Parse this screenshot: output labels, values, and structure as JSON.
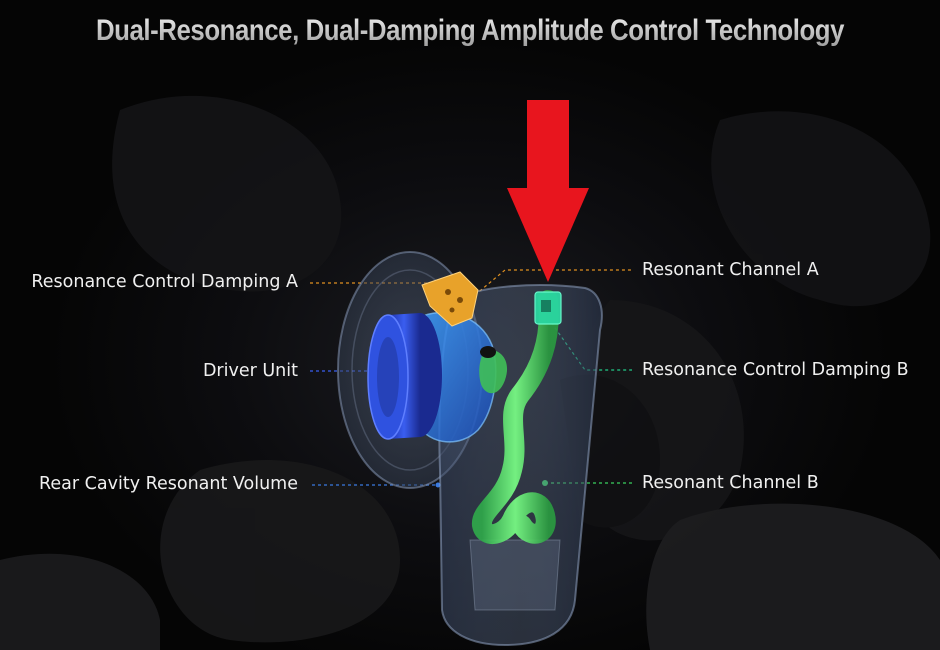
{
  "title": "Dual-Resonance, Dual-Damping Amplitude Control Technology",
  "labels": {
    "left": [
      "Resonance Control Damping A",
      "Driver Unit",
      "Rear Cavity Resonant Volume"
    ],
    "right": [
      "Resonant Channel A",
      "Resonance Control Damping B",
      "Resonant Channel B"
    ]
  },
  "colors": {
    "damping_a": "#f0a020",
    "driver": "#2a4fd8",
    "rear_cavity": "#3a7ae0",
    "channel_a": "#22cc88",
    "damping_b": "#22cc88",
    "channel_b": "#3ad060",
    "arrow": "#e8151e"
  },
  "icons": {
    "arrow": "red-down-arrow-icon"
  }
}
